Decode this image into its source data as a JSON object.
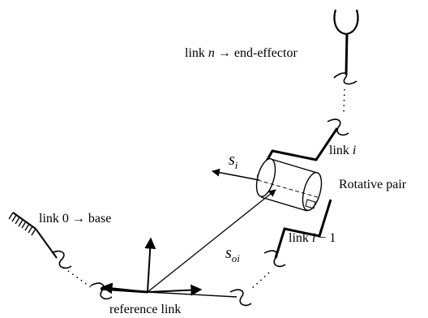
{
  "labels": {
    "end_effector_prefix": "link ",
    "end_effector_n": "n",
    "end_effector_suffix": " → end-effector",
    "link_i_prefix": "link ",
    "link_i_var": "i",
    "rotative_pair": "Rotative pair",
    "base_prefix": "link 0 → base",
    "link_im1_prefix": "link ",
    "link_im1_var": "i",
    "link_im1_suffix": " − 1",
    "reference_link": "reference link",
    "s_i_base": "s",
    "s_i_sub": "i",
    "s_oi_base": "s",
    "s_oi_sub": "oi"
  }
}
